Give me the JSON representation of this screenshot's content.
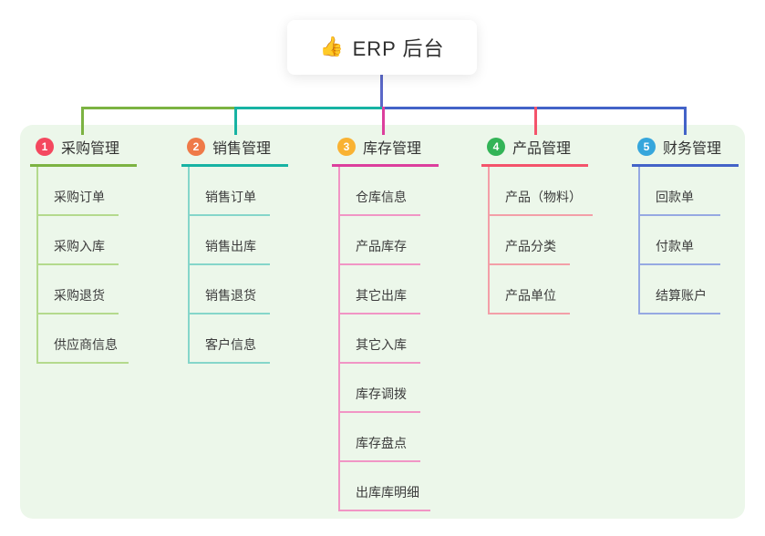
{
  "root": {
    "icon": "👍",
    "title": "ERP 后台"
  },
  "branches": [
    {
      "num": "1",
      "label": "采购管理",
      "badge_color": "#f4485f",
      "line_color": "#7cb342",
      "child_line_color": "#b4da8d",
      "children": [
        "采购订单",
        "采购入库",
        "采购退货",
        "供应商信息"
      ]
    },
    {
      "num": "2",
      "label": "销售管理",
      "badge_color": "#ef7a48",
      "line_color": "#17b3a3",
      "child_line_color": "#85d6ca",
      "children": [
        "销售订单",
        "销售出库",
        "销售退货",
        "客户信息"
      ]
    },
    {
      "num": "3",
      "label": "库存管理",
      "badge_color": "#f9b233",
      "line_color": "#dc3f9d",
      "child_line_color": "#f195c5",
      "children": [
        "仓库信息",
        "产品库存",
        "其它出库",
        "其它入库",
        "库存调拨",
        "库存盘点",
        "出库库明细"
      ]
    },
    {
      "num": "4",
      "label": "产品管理",
      "badge_color": "#33b457",
      "line_color": "#f4536b",
      "child_line_color": "#f39fa8",
      "children": [
        "产品（物料）",
        "产品分类",
        "产品单位"
      ]
    },
    {
      "num": "5",
      "label": "财务管理",
      "badge_color": "#36a6dc",
      "line_color": "#4363c8",
      "child_line_color": "#96a9e2",
      "children": [
        "回款单",
        "付款单",
        "结算账户"
      ]
    }
  ],
  "connector": {
    "root_color": "#5a68c8"
  },
  "canvas": {
    "page_bg": "#ffffff",
    "panel_bg": "#ecf7ea",
    "text_color": "#333333"
  }
}
